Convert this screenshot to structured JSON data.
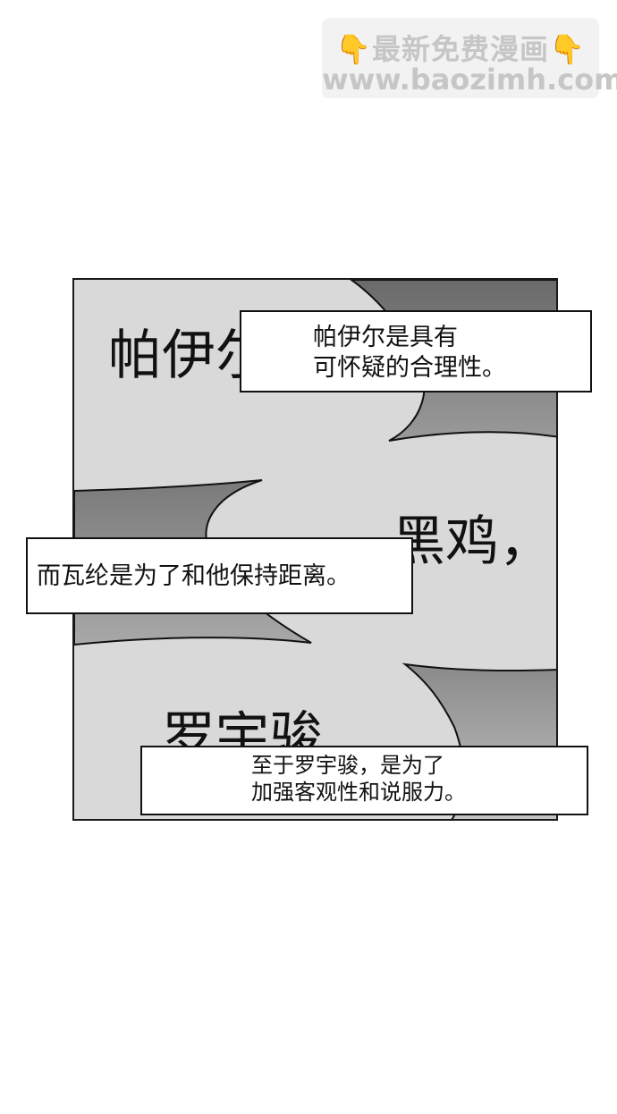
{
  "watermark": {
    "hand_left": "👇",
    "title": "最新免费漫画",
    "hand_right": "👇",
    "url": "www.baozimh.com"
  },
  "panel": {
    "bg_text_1": "帕伊尔",
    "bg_text_2": "黑鸡，",
    "bg_text_3": "罗宇骏"
  },
  "captions": {
    "caption_1": {
      "line1": "帕伊尔是具有",
      "line2": "可怀疑的合理性。"
    },
    "caption_2": {
      "line1": "而瓦纶是为了和他保持距离。"
    },
    "caption_3": {
      "line1": "至于罗宇骏，是为了",
      "line2": "加强客观性和说服力。"
    }
  },
  "colors": {
    "panel_light": "#d9d9d9",
    "panel_dark": "#6e6e6e",
    "panel_mid": "#8f8f8f",
    "watermark_bg": "#f2f2f2",
    "watermark_text": "#c6c6c6"
  }
}
